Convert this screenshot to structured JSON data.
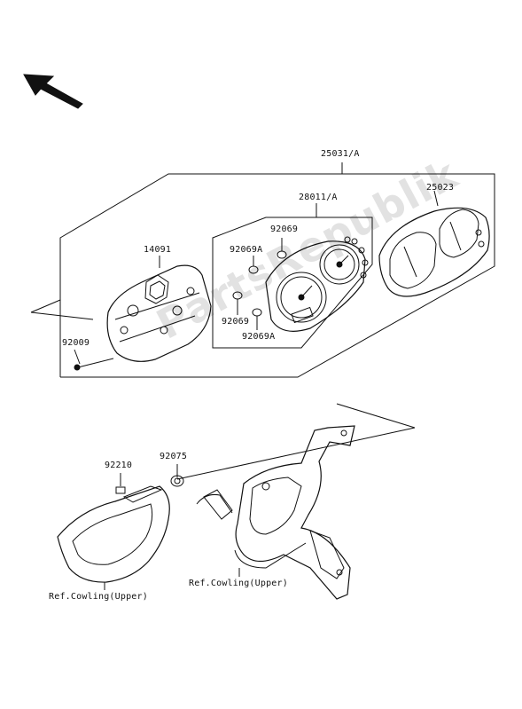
{
  "watermark": "PartsRepublik",
  "callouts": {
    "p25031a": "25031/A",
    "p28011a": "28011/A",
    "p25023": "25023",
    "p14091": "14091",
    "p92069_top": "92069",
    "p92069a_top": "92069A",
    "p92069_bottom": "92069",
    "p92069a_bottom": "92069A",
    "p92009": "92009",
    "p92075": "92075",
    "p92210": "92210",
    "ref_left": "Ref.Cowling(Upper)",
    "ref_right": "Ref.Cowling(Upper)"
  },
  "icons": {
    "direction_arrow": "front-direction-arrow-icon"
  }
}
